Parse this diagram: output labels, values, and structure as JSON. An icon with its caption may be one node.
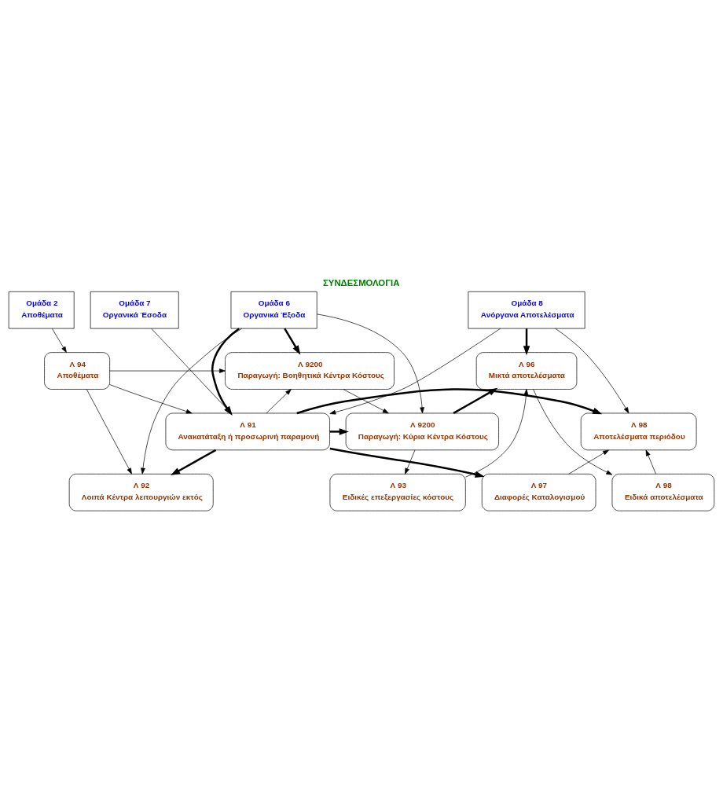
{
  "diagram": {
    "title": "ΣΥΝΔΕΣΜΟΛΟΓΙΑ",
    "nodes": [
      {
        "text": [
          "Ομάδα 6",
          "Οργανικά Έξοδα"
        ]
      },
      {
        "text": [
          "Ομάδα 2",
          "Αποθέματα"
        ]
      },
      {
        "text": [
          "Ομάδα 7",
          "Οργανικά Έσοδα"
        ]
      },
      {
        "text": [
          "Ομάδα 8",
          "Ανόργανα Αποτελέσματα"
        ]
      },
      {
        "text": [
          "Λ 94",
          "Αποθέματα"
        ]
      },
      {
        "text": [
          "Λ 96",
          "Μικτά αποτελέσματα"
        ]
      },
      {
        "text": [
          "Λ 9200",
          "Παραγωγή: Βοηθητικά Κέντρα Κόστους"
        ]
      },
      {
        "text": [
          "Λ 91",
          "Ανακατάταξη ή προσωρινή παραμονή"
        ]
      },
      {
        "text": [
          "Λ 98",
          "Αποτελέσματα περιόδου"
        ]
      },
      {
        "text": [
          "Λ 9200",
          "Παραγωγή: Κύρια Κέντρα Κόστους"
        ]
      },
      {
        "text": [
          "Λ 92",
          "Λοιπά Κέντρα λειτουργιών εκτός"
        ]
      },
      {
        "text": [
          "Λ 98",
          "Ειδικά αποτελέσματα"
        ]
      },
      {
        "text": [
          "Λ 93",
          "Ειδικές επεξεργασίες κόστους"
        ]
      },
      {
        "text": [
          "Λ 97",
          "Διαφορές Καταλογισμού"
        ]
      }
    ],
    "edges": [
      {
        "from": 0,
        "to": 10,
        "arrow": "to"
      },
      {
        "from": 0,
        "to": 9,
        "arrow": "to"
      },
      {
        "from": 0,
        "to": 6,
        "arrow": "to",
        "style": "thick"
      },
      {
        "from": 0,
        "to": 7,
        "arrow": "to",
        "style": "thick"
      },
      {
        "from": 1,
        "to": 4,
        "arrow": "to"
      },
      {
        "from": 2,
        "to": 7,
        "arrow": "to"
      },
      {
        "from": 3,
        "to": 5,
        "arrow": "to",
        "style": "thick"
      },
      {
        "from": 3,
        "to": 7,
        "arrow": "to"
      },
      {
        "from": 3,
        "to": 8,
        "arrow": "to"
      },
      {
        "from": 4,
        "to": 6,
        "arrow": "to"
      },
      {
        "from": 4,
        "to": 10,
        "arrow": "to"
      },
      {
        "from": 4,
        "to": 7,
        "arrow": "to"
      },
      {
        "from": 7,
        "to": 6,
        "arrow": "to"
      },
      {
        "from": 6,
        "to": 9,
        "arrow": "to"
      },
      {
        "from": 9,
        "to": 5,
        "arrow": "to",
        "style": "thick"
      },
      {
        "from": 7,
        "to": 9,
        "arrow": "to",
        "style": "thick"
      },
      {
        "from": 7,
        "to": 8,
        "arrow": "to",
        "style": "thick"
      },
      {
        "from": 7,
        "to": 10,
        "arrow": "to",
        "style": "thick"
      },
      {
        "from": 7,
        "to": 13,
        "arrow": "to",
        "style": "thick"
      },
      {
        "from": 9,
        "to": 12,
        "arrow": "to"
      },
      {
        "from": 12,
        "to": 5,
        "arrow": "to"
      },
      {
        "from": 5,
        "to": 11,
        "arrow": "to"
      },
      {
        "from": 11,
        "to": 8,
        "arrow": "to"
      },
      {
        "from": 13,
        "to": 8,
        "arrow": "to"
      }
    ]
  }
}
